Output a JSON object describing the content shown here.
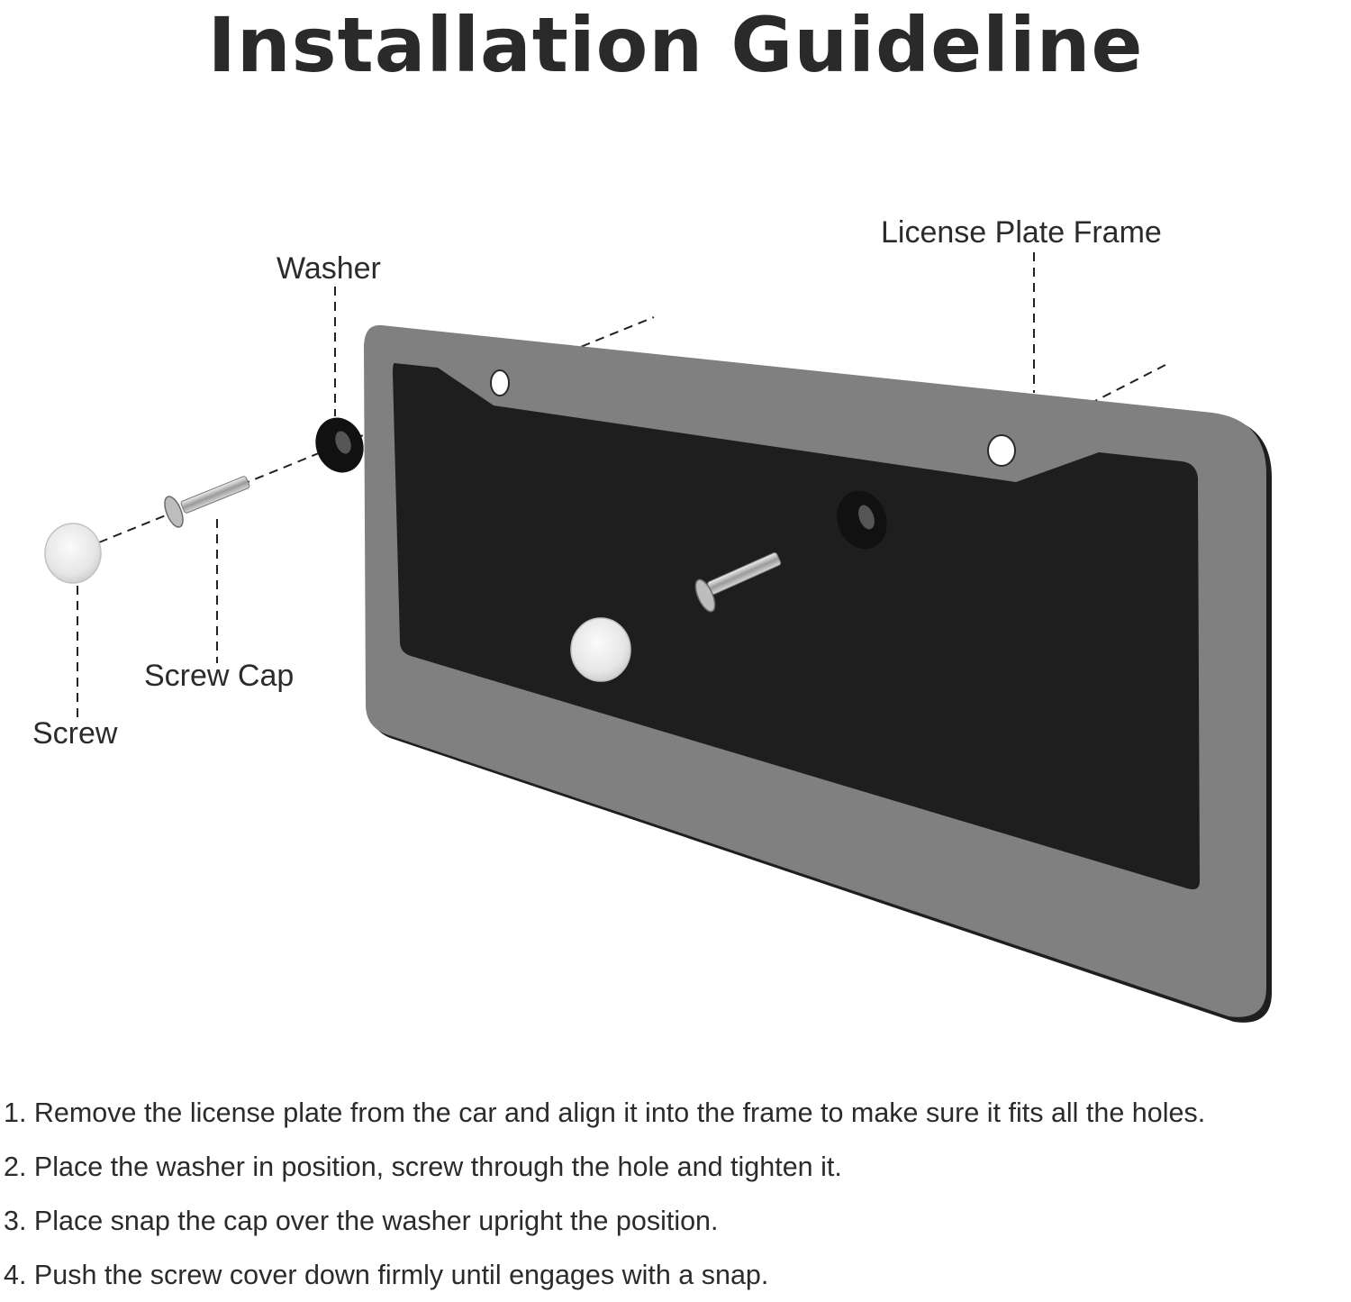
{
  "title": "Installation Guideline",
  "labels": {
    "frame": "License Plate Frame",
    "washer": "Washer",
    "screw_cap": "Screw Cap",
    "screw": "Screw"
  },
  "steps": [
    "1. Remove the license plate from the car and align it into the frame to make sure it fits all the holes.",
    "2. Place the washer in position, screw through the hole and tighten it.",
    "3. Place snap the cap over the washer upright the position.",
    "4. Push the screw cover down firmly until engages with a snap."
  ],
  "colors": {
    "frame": "#808080",
    "frame_edge": "#1e1e1e",
    "washer": "#111111",
    "cap": "#e9e9e9",
    "text": "#2b2b2b"
  }
}
